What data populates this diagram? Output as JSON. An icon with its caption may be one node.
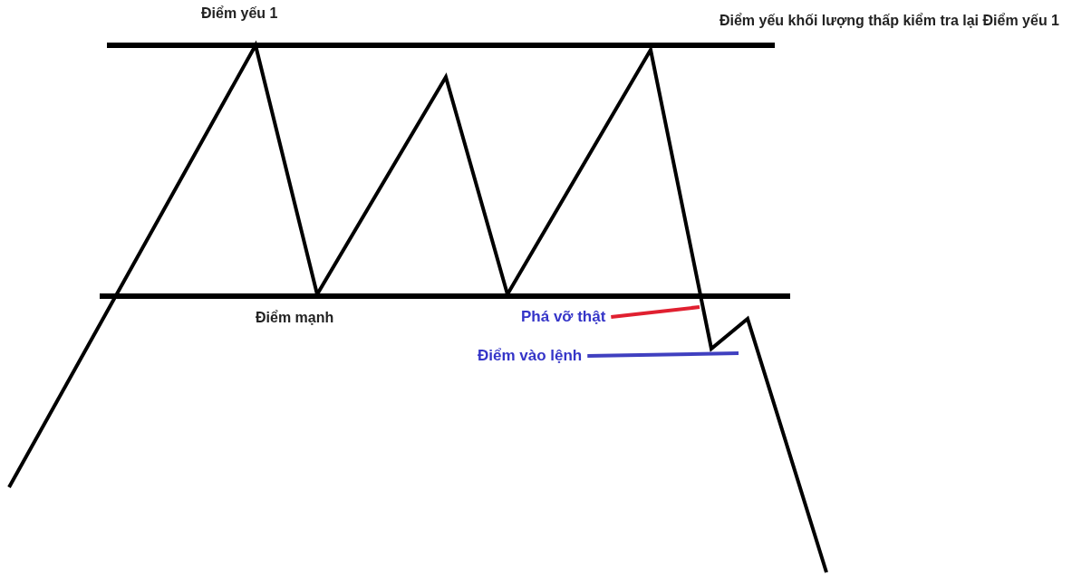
{
  "diagram": {
    "nodes": [
      {
        "text": [
          "Phá vỡ thật"
        ]
      },
      {
        "text": [
          "Điểm vào lệnh"
        ]
      }
    ],
    "edges": [
      {
        "from": 0,
        "to": null,
        "arrow": "none",
        "color": "#e02030"
      },
      {
        "from": 1,
        "to": null,
        "arrow": "none",
        "color": "#4040c0"
      }
    ],
    "labels": [
      "Điểm yếu 1",
      "Điểm yếu khối lượng thấp kiểm tra lại Điểm yếu 1",
      "Điểm mạnh"
    ]
  }
}
